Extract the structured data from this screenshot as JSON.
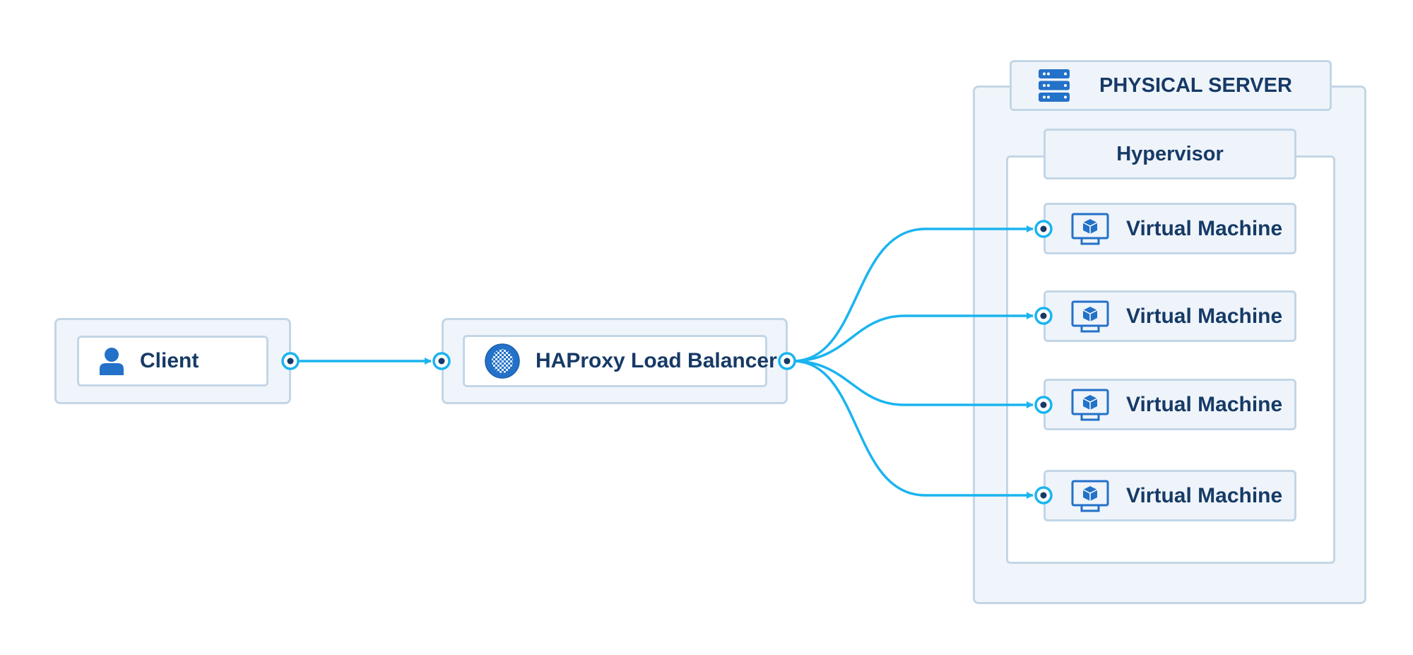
{
  "diagram": {
    "client": {
      "label": "Client",
      "icon": "user-icon"
    },
    "load_balancer": {
      "label": "HAProxy Load Balancer",
      "icon": "haproxy-globe-icon"
    },
    "physical_server": {
      "label": "PHYSICAL SERVER",
      "icon": "server-rack-icon"
    },
    "hypervisor": {
      "label": "Hypervisor"
    },
    "virtual_machines": [
      {
        "label": "Virtual Machine",
        "icon": "vm-monitor-icon"
      },
      {
        "label": "Virtual Machine",
        "icon": "vm-monitor-icon"
      },
      {
        "label": "Virtual Machine",
        "icon": "vm-monitor-icon"
      },
      {
        "label": "Virtual Machine",
        "icon": "vm-monitor-icon"
      }
    ]
  },
  "colors": {
    "connector": "#1ab4ef",
    "icon_blue": "#2371c8",
    "text": "#173a66",
    "border": "#c3d6e6",
    "panel_fill": "#eef4fa"
  }
}
